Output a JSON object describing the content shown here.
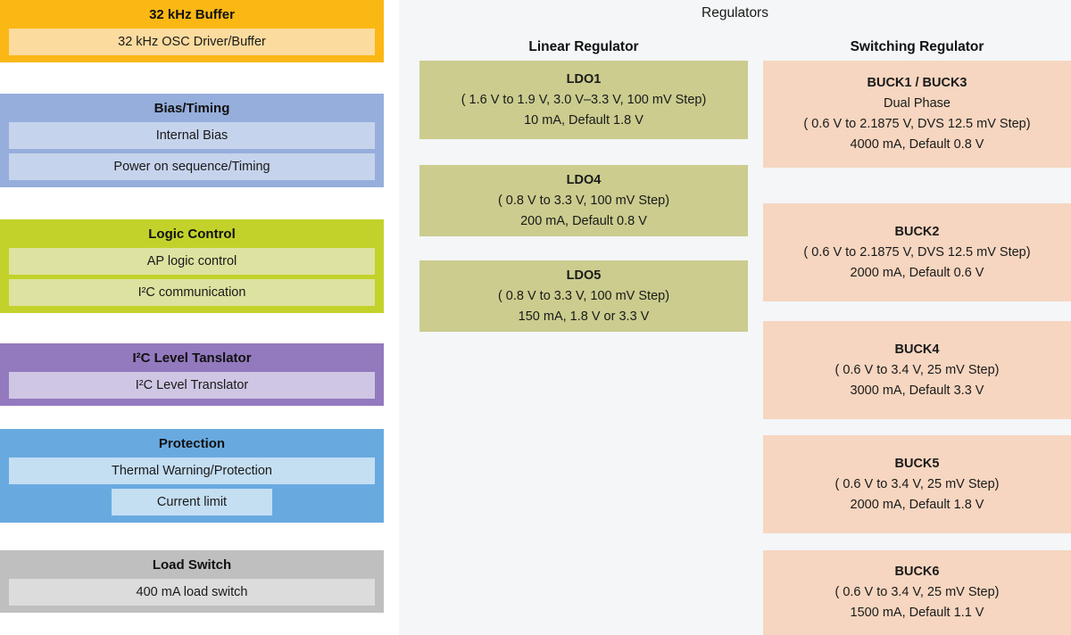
{
  "left_panel": {
    "blocks": [
      {
        "id": "buffer-32khz",
        "title": "32 kHz Buffer",
        "header_color": "#fbb714",
        "sub_color": "#fcdb9e",
        "items": [
          {
            "label": "32 kHz OSC Driver/Buffer",
            "width": "full"
          }
        ]
      },
      {
        "id": "bias-timing",
        "title": "Bias/Timing",
        "header_color": "#96aedc",
        "sub_color": "#c6d3ec",
        "items": [
          {
            "label": "Internal Bias",
            "width": "full"
          },
          {
            "label": "Power on sequence/Timing",
            "width": "full"
          }
        ]
      },
      {
        "id": "logic-control",
        "title": "Logic Control",
        "header_color": "#c2d22a",
        "sub_color": "#dde2a0",
        "items": [
          {
            "label": "AP logic control",
            "width": "full"
          },
          {
            "label": "I²C communication",
            "width": "full"
          }
        ]
      },
      {
        "id": "i2c-level-translator",
        "title": "I²C Level Tanslator",
        "header_color": "#9379be",
        "sub_color": "#cfc6e4",
        "items": [
          {
            "label": "I²C Level Translator",
            "width": "full"
          }
        ]
      },
      {
        "id": "protection",
        "title": "Protection",
        "header_color": "#68aae0",
        "sub_color": "#c4def2",
        "items": [
          {
            "label": "Thermal Warning/Protection",
            "width": "full"
          },
          {
            "label": "Current limit",
            "width": "narrow"
          }
        ]
      },
      {
        "id": "load-switch",
        "title": "Load Switch",
        "header_color": "#bfbfbf",
        "sub_color": "#dcdcdc",
        "items": [
          {
            "label": "400 mA load switch",
            "width": "full"
          }
        ]
      }
    ]
  },
  "right_panel": {
    "title": "Regulators",
    "linear_column_title": "Linear Regulator",
    "switching_column_title": "Switching Regulator",
    "linear_fill": "#cbcc8e",
    "switching_fill": "#f6d6c0",
    "linear_regulators": [
      {
        "name": "LDO1",
        "lines": [
          "( 1.6 V to 1.9 V, 3.0 V–3.3 V, 100 mV Step)",
          "10 mA, Default 1.8 V"
        ]
      },
      {
        "name": "LDO4",
        "lines": [
          "( 0.8 V to 3.3 V, 100 mV Step)",
          "200 mA, Default 0.8 V"
        ]
      },
      {
        "name": "LDO5",
        "lines": [
          "( 0.8 V to 3.3 V, 100 mV Step)",
          "150 mA, 1.8 V or 3.3 V"
        ]
      }
    ],
    "switching_regulators": [
      {
        "name": "BUCK1 / BUCK3",
        "lines": [
          "Dual Phase",
          "( 0.6 V to 2.1875 V, DVS 12.5 mV Step)",
          "4000 mA, Default 0.8 V"
        ]
      },
      {
        "name": "BUCK2",
        "lines": [
          "( 0.6 V to 2.1875 V, DVS 12.5 mV Step)",
          "2000 mA, Default 0.6 V"
        ]
      },
      {
        "name": "BUCK4",
        "lines": [
          "( 0.6 V to 3.4 V, 25 mV Step)",
          "3000 mA, Default 3.3 V"
        ]
      },
      {
        "name": "BUCK5",
        "lines": [
          "( 0.6 V to 3.4 V, 25 mV Step)",
          "2000 mA, Default 1.8 V"
        ]
      },
      {
        "name": "BUCK6",
        "lines": [
          "( 0.6 V to 3.4 V, 25 mV Step)",
          "1500 mA, Default 1.1 V"
        ]
      }
    ]
  }
}
